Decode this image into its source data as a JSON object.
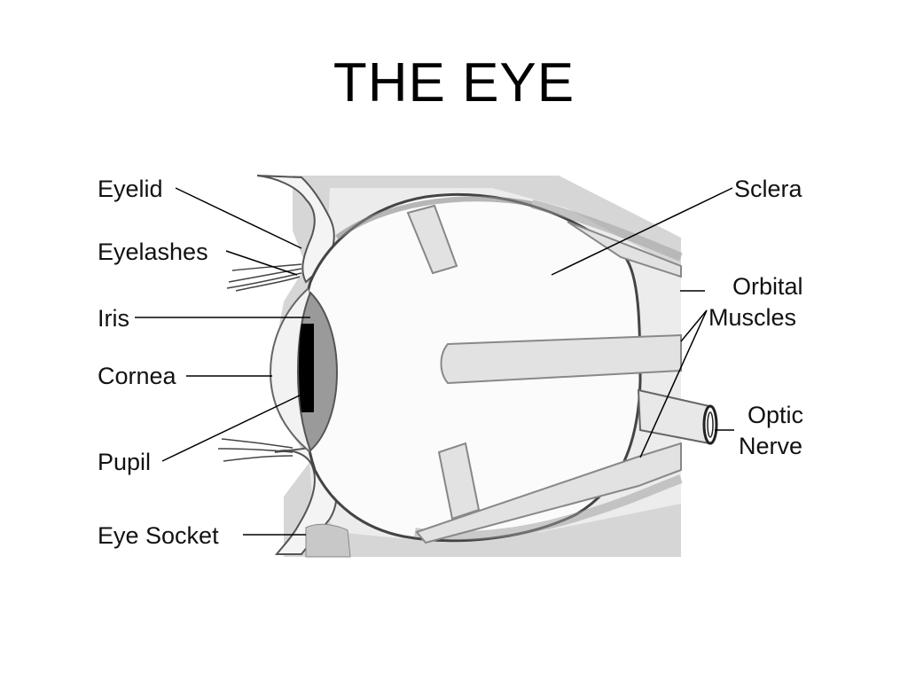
{
  "title": "THE EYE",
  "labels": {
    "eyelid": "Eyelid",
    "eyelashes": "Eyelashes",
    "iris": "Iris",
    "cornea": "Cornea",
    "pupil": "Pupil",
    "eye_socket": "Eye Socket",
    "sclera": "Sclera",
    "orbital_1": "Orbital",
    "orbital_2": "Muscles",
    "optic_1": "Optic",
    "optic_2": "Nerve"
  }
}
